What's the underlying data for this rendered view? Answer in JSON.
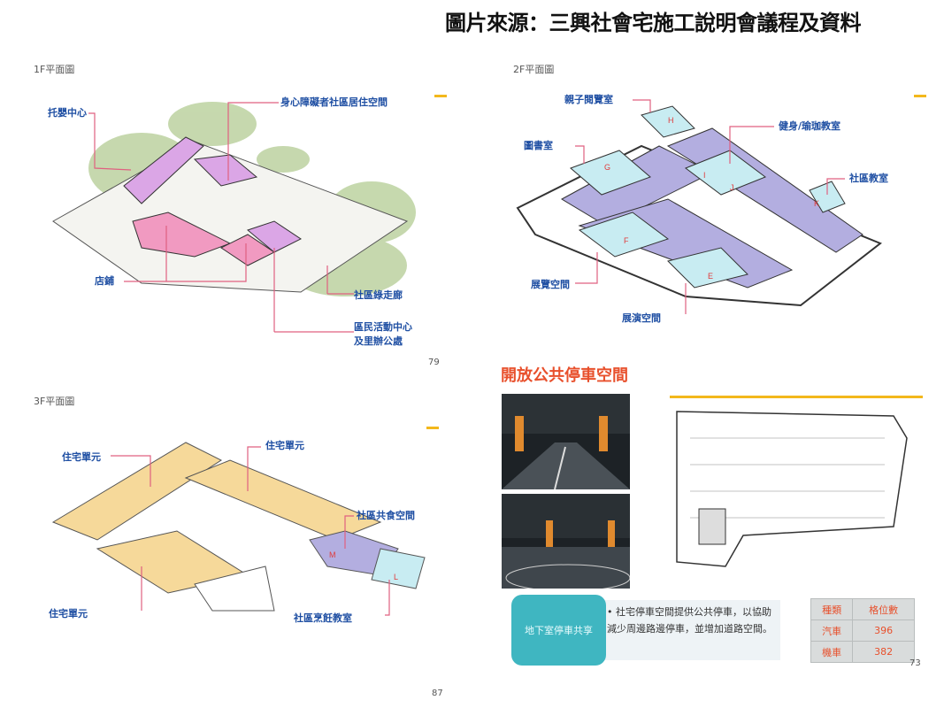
{
  "header": {
    "title": "圖片來源：三興社會宅施工說明會議程及資料"
  },
  "floor1": {
    "heading": "1F平面圖",
    "labels": [
      "托嬰中心",
      "身心障礙者社區居住空間",
      "店鋪",
      "社區綠走廊",
      "區民活動中心",
      "及里辦公處"
    ],
    "page": "79"
  },
  "floor2": {
    "heading": "2F平面圖",
    "labels": [
      "親子閱覽室",
      "健身/瑜珈教室",
      "圖書室",
      "社區教室",
      "展覽空間",
      "展演空間"
    ],
    "room_letters": [
      "H",
      "G",
      "I",
      "J",
      "K",
      "F",
      "E"
    ]
  },
  "floor3": {
    "heading": "3F平面圖",
    "labels": [
      "住宅單元",
      "住宅單元",
      "社區共食空間",
      "住宅單元",
      "社區烹飪教室"
    ],
    "room_letters": [
      "M",
      "L"
    ],
    "page": "87"
  },
  "parking": {
    "title": "開放公共停車空間",
    "tag": "地下室停車共享",
    "description": "社宅停車空間提供公共停車，以協助減少周邊路邊停車，並增加道路空間。",
    "table": {
      "headers": [
        "種類",
        "格位數"
      ],
      "rows": [
        [
          "汽車",
          "396"
        ],
        [
          "機車",
          "382"
        ]
      ]
    },
    "page": "73"
  },
  "colors": {
    "accent": "#f3b81c",
    "label": "#1f4fa3",
    "red": "#e8502c",
    "teal": "#3fb6c1"
  }
}
